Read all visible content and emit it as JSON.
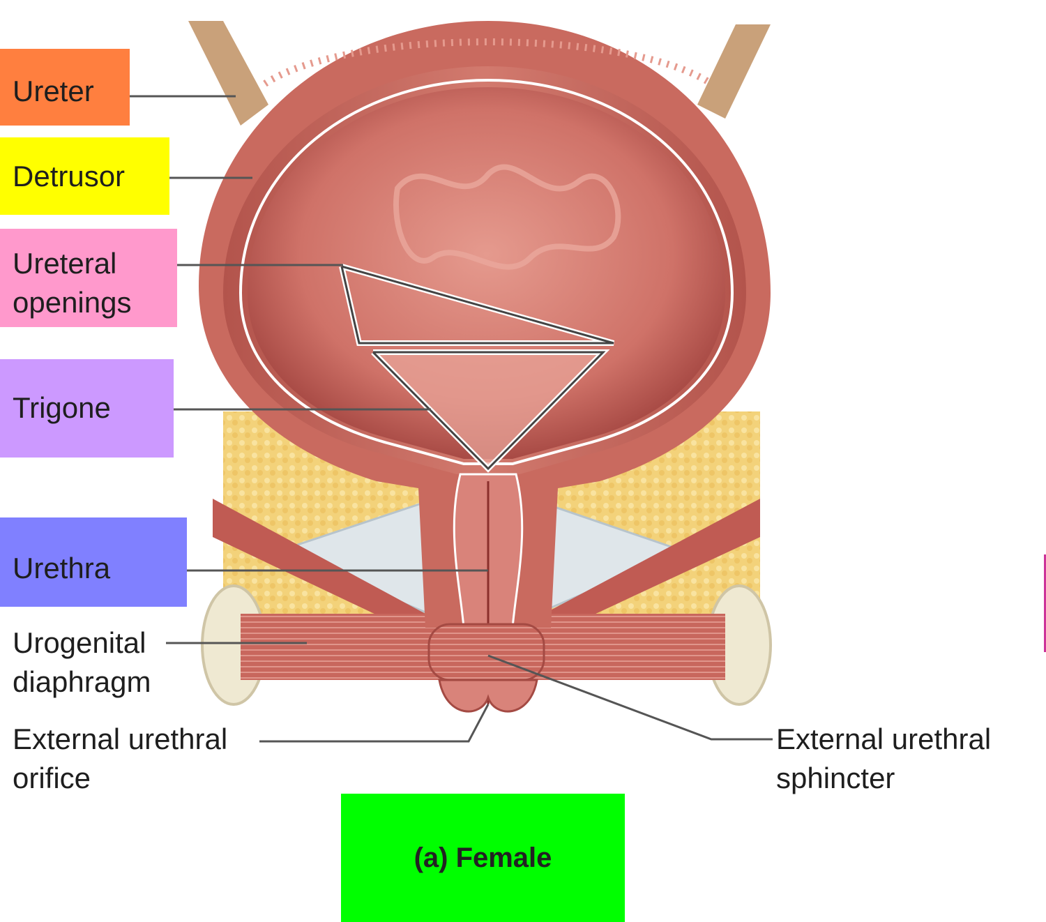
{
  "labels": {
    "ureter": "Ureter",
    "detrusor": "Detrusor",
    "ureteral_openings": "Ureteral\nopenings",
    "trigone": "Trigone",
    "urethra": "Urethra",
    "urogenital_diaphragm": "Urogenital\ndiaphragm",
    "external_urethral_orifice": "External urethral\norifice",
    "external_urethral_sphincter": "External urethral\nsphincter"
  },
  "caption": "(a) Female",
  "colors": {
    "ureter_box": "#ff7f3f",
    "detrusor_box": "#ffff00",
    "ureteral_openings_box": "#ff99cc",
    "trigone_box": "#cc99ff",
    "urethra_box": "#8080ff",
    "caption_box": "#00ff00",
    "muscle": "#c96a5f",
    "mucosa": "#d9837a",
    "fat": "#f3d27a",
    "ligament": "#dfe6ea",
    "bone": "#efe9d2"
  }
}
